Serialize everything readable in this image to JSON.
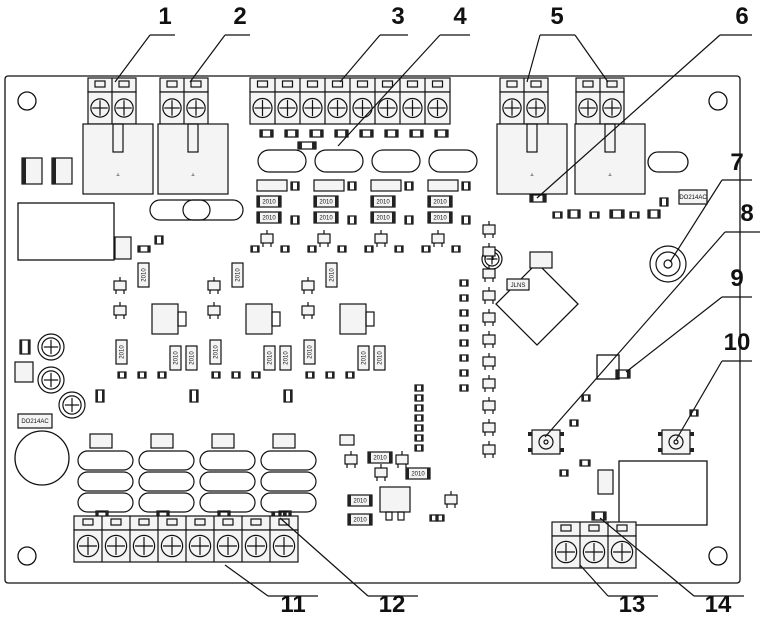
{
  "callouts": [
    {
      "id": "c1",
      "text": "1"
    },
    {
      "id": "c2",
      "text": "2"
    },
    {
      "id": "c3",
      "text": "3"
    },
    {
      "id": "c4",
      "text": "4"
    },
    {
      "id": "c5",
      "text": "5"
    },
    {
      "id": "c6",
      "text": "6"
    },
    {
      "id": "c7",
      "text": "7"
    },
    {
      "id": "c8",
      "text": "8"
    },
    {
      "id": "c9",
      "text": "9"
    },
    {
      "id": "c10",
      "text": "10"
    },
    {
      "id": "c11",
      "text": "11"
    },
    {
      "id": "c12",
      "text": "12"
    },
    {
      "id": "c13",
      "text": "13"
    },
    {
      "id": "c14",
      "text": "14"
    }
  ],
  "package_labels": {
    "resistor_2010": "2010",
    "diode_do214": "DO214AC",
    "ic_marking": "JLNS"
  },
  "colors": {
    "ink": "#111111",
    "board": "#ffffff",
    "component_fill": "#f2f2f2",
    "dark_fill": "#222222"
  }
}
